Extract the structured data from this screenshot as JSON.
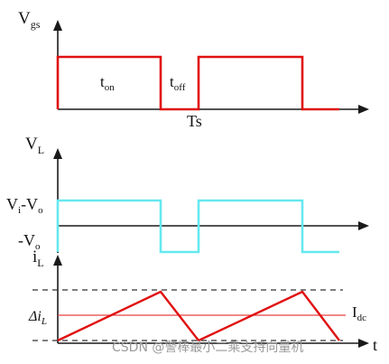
{
  "colors": {
    "axis": "#1a1a1a",
    "gate_wave": "#e01010",
    "vl_wave": "#66e8f0",
    "il_wave": "#e01010",
    "dc_line": "#e84040",
    "dashed": "#333333",
    "watermark": "#9a9a9a"
  },
  "panel_gate": {
    "y_main": "V",
    "y_sub": "gs",
    "t_on_main": "t",
    "t_on_sub": "on",
    "t_off_main": "t",
    "t_off_sub": "off",
    "period": "Ts"
  },
  "panel_vl": {
    "y_main": "V",
    "y_sub": "L",
    "high_v1": "V",
    "high_v1_sub": "i",
    "high_dash": "-V",
    "high_v2_sub": "o",
    "low_main": "-V",
    "low_sub": "o"
  },
  "panel_il": {
    "y_main": "i",
    "y_sub": "L",
    "ripple_main": "Δi",
    "ripple_sub": "L",
    "dc_main": "I",
    "dc_sub": "dc",
    "t_axis": "t"
  },
  "watermark": "CSDN @警棒最小二乘支持向量机"
}
